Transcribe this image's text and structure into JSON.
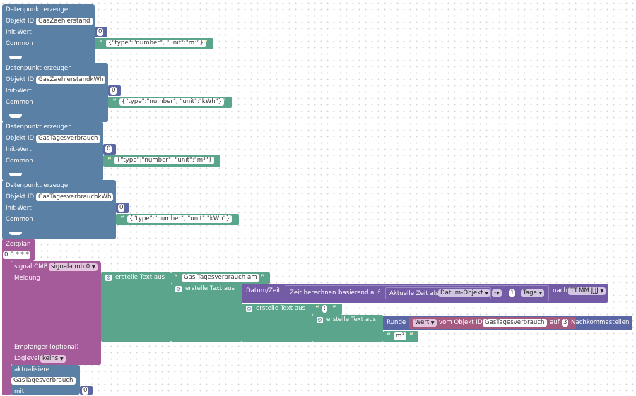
{
  "create_blocks": [
    {
      "title": "Datenpunkt erzeugen",
      "id_label": "Objekt ID",
      "id_value": "GasZaehlerstand",
      "init_label": "Init-Wert",
      "init_value": "0",
      "common_label": "Common",
      "common_value": "{\"type\":\"number\", \"unit\":\"m³\"}"
    },
    {
      "title": "Datenpunkt erzeugen",
      "id_label": "Objekt ID",
      "id_value": "GasZaehlerstandkWh",
      "init_label": "Init-Wert",
      "init_value": "0",
      "common_label": "Common",
      "common_value": "{\"type\":\"number\", \"unit\":\"kWh\"}"
    },
    {
      "title": "Datenpunkt erzeugen",
      "id_label": "Objekt ID",
      "id_value": "GasTagesverbrauch",
      "init_label": "Init-Wert",
      "init_value": "0",
      "common_label": "Common",
      "common_value": "{\"type\":\"number\", \"unit\":\"m³\"}"
    },
    {
      "title": "Datenpunkt erzeugen",
      "id_label": "Objekt ID",
      "id_value": "GasTagesverbrauchkWh",
      "init_label": "Init-Wert",
      "init_value": "0",
      "common_label": "Common",
      "common_value": "{\"type\":\"number\", \"unit\":\"kWh\"}"
    }
  ],
  "schedule": {
    "label": "Zeitplan",
    "cron": "0 0 * * *"
  },
  "signal": {
    "label": "signal CMB",
    "instance": "signal-cmb.0",
    "message_label": "Meldung",
    "recipient_label": "Empfänger (optional)",
    "loglevel_label": "Loglevel",
    "loglevel_value": "keins"
  },
  "text_join": {
    "label": "erstelle Text aus",
    "str1": "Gas Tagesverbrauch am",
    "datetime_label": "Datum/Zeit",
    "calc_label": "Zeit berechnen",
    "based_label": "basierend auf",
    "now_label": "Aktuelle Zeit als",
    "now_format": "Datum-Objekt",
    "op": "-",
    "amount": "1",
    "unit": "Tage",
    "after_label": "nach",
    "date_format": "TT.MM.JJJJ",
    "str2": ":",
    "round_label": "Runde",
    "value_label": "Wert",
    "from_label": "vom Objekt ID",
    "object_id": "GasTagesverbrauch",
    "to_label": "auf",
    "decimals": "3",
    "decimals_label": "Nachkommastellen",
    "str3": "m³"
  },
  "update": {
    "label": "aktualisiere",
    "object": "GasTagesverbrauch",
    "with_label": "mit",
    "value": "0"
  },
  "colors": {
    "blue": "#5b80a5",
    "pink": "#a55b99",
    "green": "#5ba58c",
    "purple": "#745ba5",
    "red": "#a55b80"
  }
}
